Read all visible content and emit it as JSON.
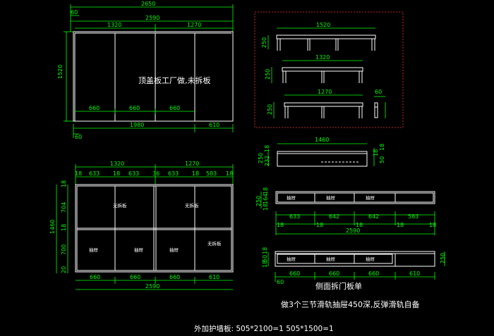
{
  "front_view": {
    "dims_top": [
      "2650",
      "60",
      "2590",
      "1320",
      "1270"
    ],
    "height": "1520",
    "drawer_widths": [
      "660",
      "660",
      "660"
    ],
    "note": "顶盖板工厂做,未拆板",
    "dims_bottom": [
      "60",
      "1980",
      "610"
    ]
  },
  "frame_views": {
    "items": [
      {
        "width": "1520",
        "height": "250"
      },
      {
        "width": "1320",
        "height": "250"
      },
      {
        "width": "1270",
        "height": "250"
      }
    ],
    "side_width": "60"
  },
  "side_panel": {
    "width": "1460",
    "left_heights": [
      "250",
      "18",
      "232"
    ],
    "right_dims": [
      "18",
      "18",
      "50"
    ]
  },
  "plan_view": {
    "dims_top": [
      "1320",
      "1270"
    ],
    "sub_dims": [
      "18",
      "633",
      "18",
      "633",
      "36",
      "633",
      "18",
      "583",
      "18"
    ],
    "left_dims": [
      "1460",
      "18",
      "704",
      "18",
      "700",
      "20"
    ],
    "cell_labels": [
      "无拆板",
      "无拆板",
      "抽屉",
      "抽屉",
      "抽屉",
      "无拆板"
    ],
    "dims_bottom": [
      "660",
      "660",
      "660",
      "610"
    ],
    "total": "2590"
  },
  "drawer_row_1": {
    "left_dims": [
      "250",
      "18",
      "164",
      "18"
    ],
    "cell_labels": [
      "抽屉",
      "抽屉",
      "抽屉"
    ],
    "widths": [
      "633",
      "642",
      "642",
      "583"
    ],
    "sub": [
      "18",
      "18",
      "18",
      "18",
      "18"
    ],
    "total": "2590"
  },
  "drawer_row_2": {
    "left_dims": [
      "18",
      "50",
      "18"
    ],
    "cell_labels": [
      "抽屉",
      "抽屉",
      "抽屉"
    ],
    "widths": [
      "660",
      "660",
      "660",
      "610"
    ],
    "right_dim": "250",
    "extra": "60"
  },
  "notes": {
    "side_door_list": "侧面拆门板单",
    "drawer_note": "做3个三节滑轨抽屉450深,反弹滑轨自备",
    "guard_panels": "外加护墙板: 505*2100=1   505*1500=1"
  }
}
